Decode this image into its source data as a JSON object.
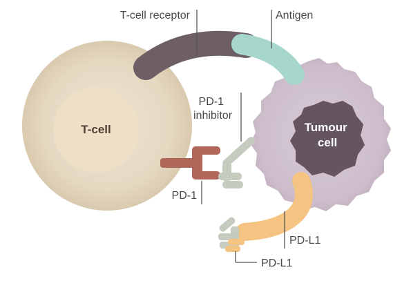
{
  "labels": {
    "t_cell_receptor": "T-cell receptor",
    "antigen": "Antigen",
    "t_cell": "T-cell",
    "tumour_cell_line1": "Tumour",
    "tumour_cell_line2": "cell",
    "pd1_inhibitor_line1": "PD-1",
    "pd1_inhibitor_line2": "inhibitor",
    "pd1": "PD-1",
    "pdl1_upper": "PD-L1",
    "pdl1_lower": "PD-L1"
  },
  "colors": {
    "t_cell_outer": "#e2d5bf",
    "t_cell_inner": "#eee0c6",
    "t_cell_label": "#4f3f33",
    "tumour_outer": "#cfc0cd",
    "tumour_nucleus": "#655560",
    "tumour_label": "#ffffff",
    "receptor": "#6e5f66",
    "antigen": "#a7d6cc",
    "pd1": "#b06658",
    "inhibitor": "#c6cbbf",
    "pdl1": "#f5c382",
    "leader_lines": "#555555",
    "text": "#4a4a4a"
  }
}
